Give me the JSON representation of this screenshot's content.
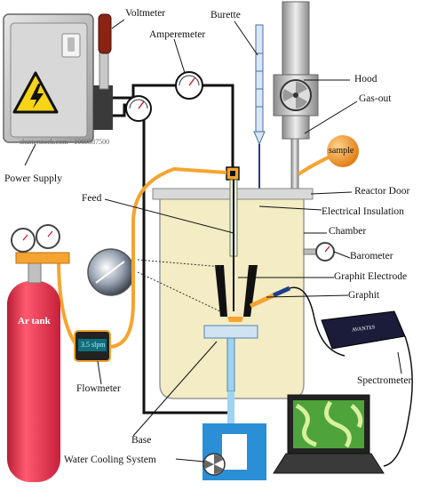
{
  "labels": {
    "voltmeter": "Voltmeter",
    "burette": "Burette",
    "amperemeter": "Amperemeter",
    "hood": "Hood",
    "gas_out": "Gas-out",
    "sample": "sample",
    "power_supply": "Power Supply",
    "feed": "Feed",
    "reactor_door": "Reactor Door",
    "electrical_insulation": "Electrical Insulation",
    "chamber": "Chamber",
    "barometer": "Barometer",
    "graphit_electrode": "Graphit Electrode",
    "graphit": "Graphit",
    "ar_tank": "Ar tank",
    "flowmeter_display": "3.5 slpm",
    "flowmeter": "Flowmeter",
    "spectrometer": "Spectrometer",
    "base": "Base",
    "water_cooling_system": "Water Cooling System",
    "spectrometer_brand": "AVANTES",
    "watermark": "shutterstock.com · 1069587500"
  },
  "colors": {
    "chamber_fill": "#f3ecc4",
    "tank_red": "#ee2c4b",
    "hose_orange": "#f6a430",
    "cooling_blue": "#2a8fd6",
    "warning_yellow": "#f7d416",
    "wire": "#111111"
  },
  "icons": [
    "lightning-warning-icon",
    "fan-icon",
    "gauge-icon",
    "laptop-icon"
  ]
}
